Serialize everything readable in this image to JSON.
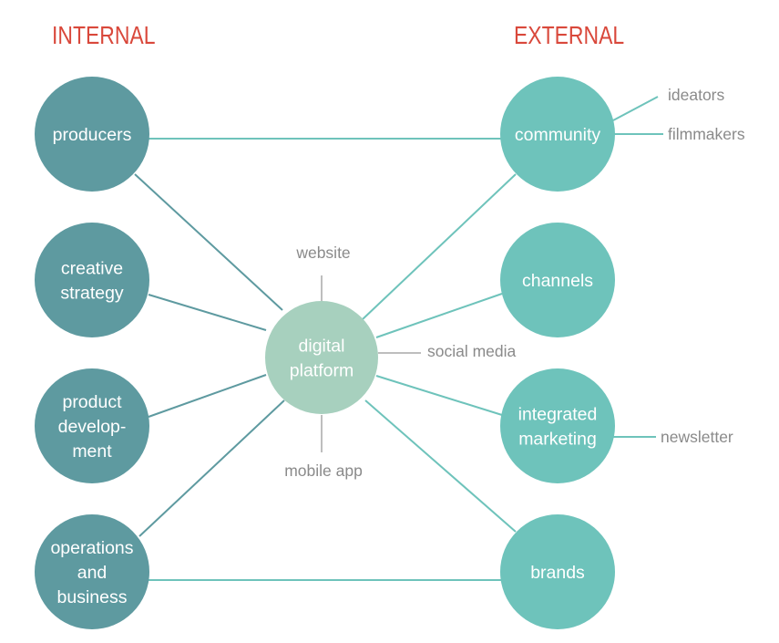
{
  "headings": {
    "internal": "INTERNAL",
    "external": "EXTERNAL"
  },
  "colors": {
    "heading": "#d9483b",
    "internal_node": "#5e9aa0",
    "internal_line": "#5e9aa0",
    "external_node": "#6ec3bb",
    "external_line": "#6ec3bb",
    "center_node": "#a7d0be",
    "satellite_line": "#a9a9a9",
    "satellite_text": "#8a8a8a"
  },
  "center": {
    "lines": [
      "digital",
      "platform"
    ]
  },
  "center_satellites": [
    "website",
    "social media",
    "mobile app"
  ],
  "internal_nodes": [
    {
      "id": "producers",
      "lines": [
        "producers"
      ]
    },
    {
      "id": "creative-strategy",
      "lines": [
        "creative",
        "strategy"
      ]
    },
    {
      "id": "product-development",
      "lines": [
        "product",
        "develop-",
        "ment"
      ]
    },
    {
      "id": "operations-and-business",
      "lines": [
        "operations",
        "and",
        "business"
      ]
    }
  ],
  "external_nodes": [
    {
      "id": "community",
      "lines": [
        "community"
      ],
      "satellites": [
        "ideators",
        "filmmakers"
      ]
    },
    {
      "id": "channels",
      "lines": [
        "channels"
      ],
      "satellites": []
    },
    {
      "id": "integrated-marketing",
      "lines": [
        "integrated",
        "marketing"
      ],
      "satellites": [
        "newsletter"
      ]
    },
    {
      "id": "brands",
      "lines": [
        "brands"
      ],
      "satellites": []
    }
  ]
}
